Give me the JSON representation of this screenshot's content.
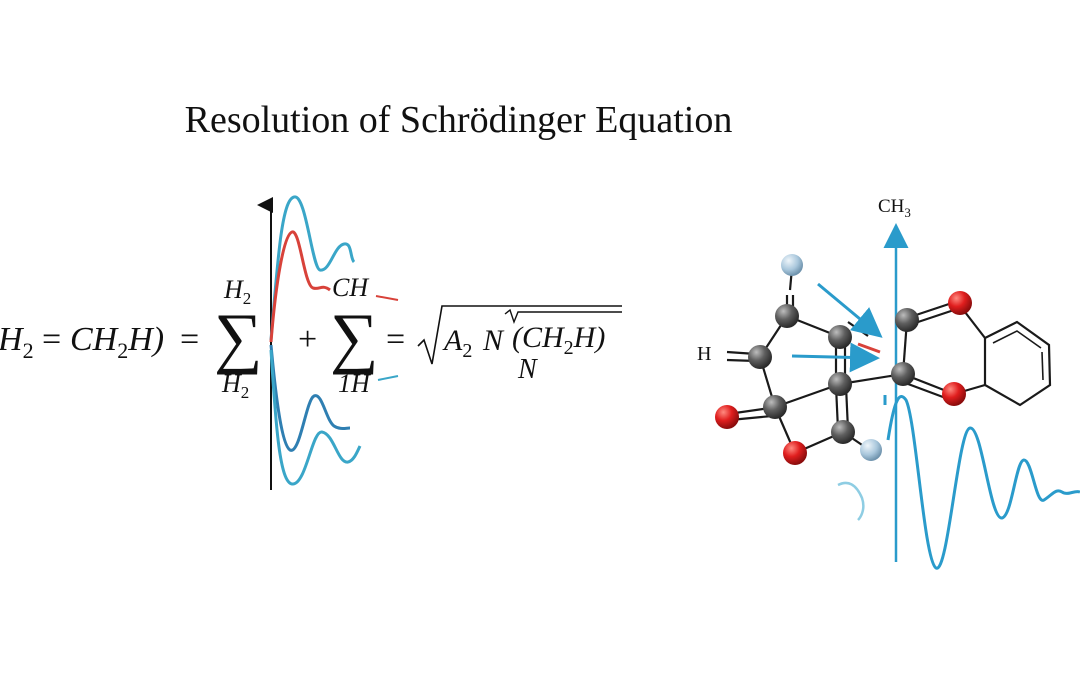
{
  "title": "Resolution of Schrödinger Equation",
  "equation": {
    "lhs_head": "H",
    "lhs_head_sub": "2",
    "equals_1": "=",
    "ch2h_ch": "CH",
    "ch2h_sub": "2",
    "ch2h_h": "H)",
    "equals_2": "=",
    "sum_symbol": "∑",
    "sum1_top": "H",
    "sum1_top_sub": "2",
    "sum1_bottom": "H",
    "sum1_bottom_sub": "2",
    "plus": "+",
    "sum2_top": "CH",
    "sum2_bottom": "1H",
    "equals_3": "=",
    "sqrt_a": "A",
    "sqrt_a_sub": "2",
    "sqrt_n": "N",
    "sqrt_paren_ch": "(CH",
    "sqrt_paren_sub": "2",
    "sqrt_paren_h": "H)",
    "sqrt_denominator": "N"
  },
  "molecule": {
    "label_ch3": "CH",
    "label_ch3_sub": "3",
    "label_h": "H"
  },
  "colors": {
    "wave_blue": "#3aa6c8",
    "wave_red": "#d8423a",
    "arrow_blue": "#2a9bcb",
    "atom_carbon": "#5a5a5a",
    "atom_oxygen": "#e01e1e",
    "atom_hydrogen": "#a9c7dc"
  }
}
